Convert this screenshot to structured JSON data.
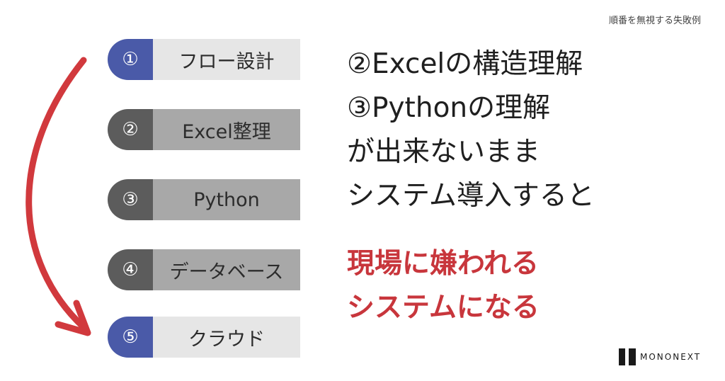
{
  "header": {
    "label": "順番を無視する失敗例"
  },
  "steps": [
    {
      "num": "①",
      "label": "フロー設計",
      "state": "active"
    },
    {
      "num": "②",
      "label": "Excel整理",
      "state": "inactive"
    },
    {
      "num": "③",
      "label": "Python",
      "state": "inactive"
    },
    {
      "num": "④",
      "label": "データベース",
      "state": "inactive"
    },
    {
      "num": "⑤",
      "label": "クラウド",
      "state": "active"
    }
  ],
  "message": {
    "lines": [
      "②Excelの構造理解",
      "③Pythonの理解",
      "が出来ないまま",
      "システム導入すると"
    ]
  },
  "result": {
    "lines": [
      "現場に嫌われる",
      "システムになる"
    ]
  },
  "logo": {
    "text": "MONONEXT"
  },
  "colors": {
    "active_number": "#4a5aa8",
    "inactive_number": "#5c5c5c",
    "active_label": "#e6e6e6",
    "inactive_label": "#a8a8a8",
    "arrow": "#d1393d",
    "result_text": "#c8363c"
  }
}
